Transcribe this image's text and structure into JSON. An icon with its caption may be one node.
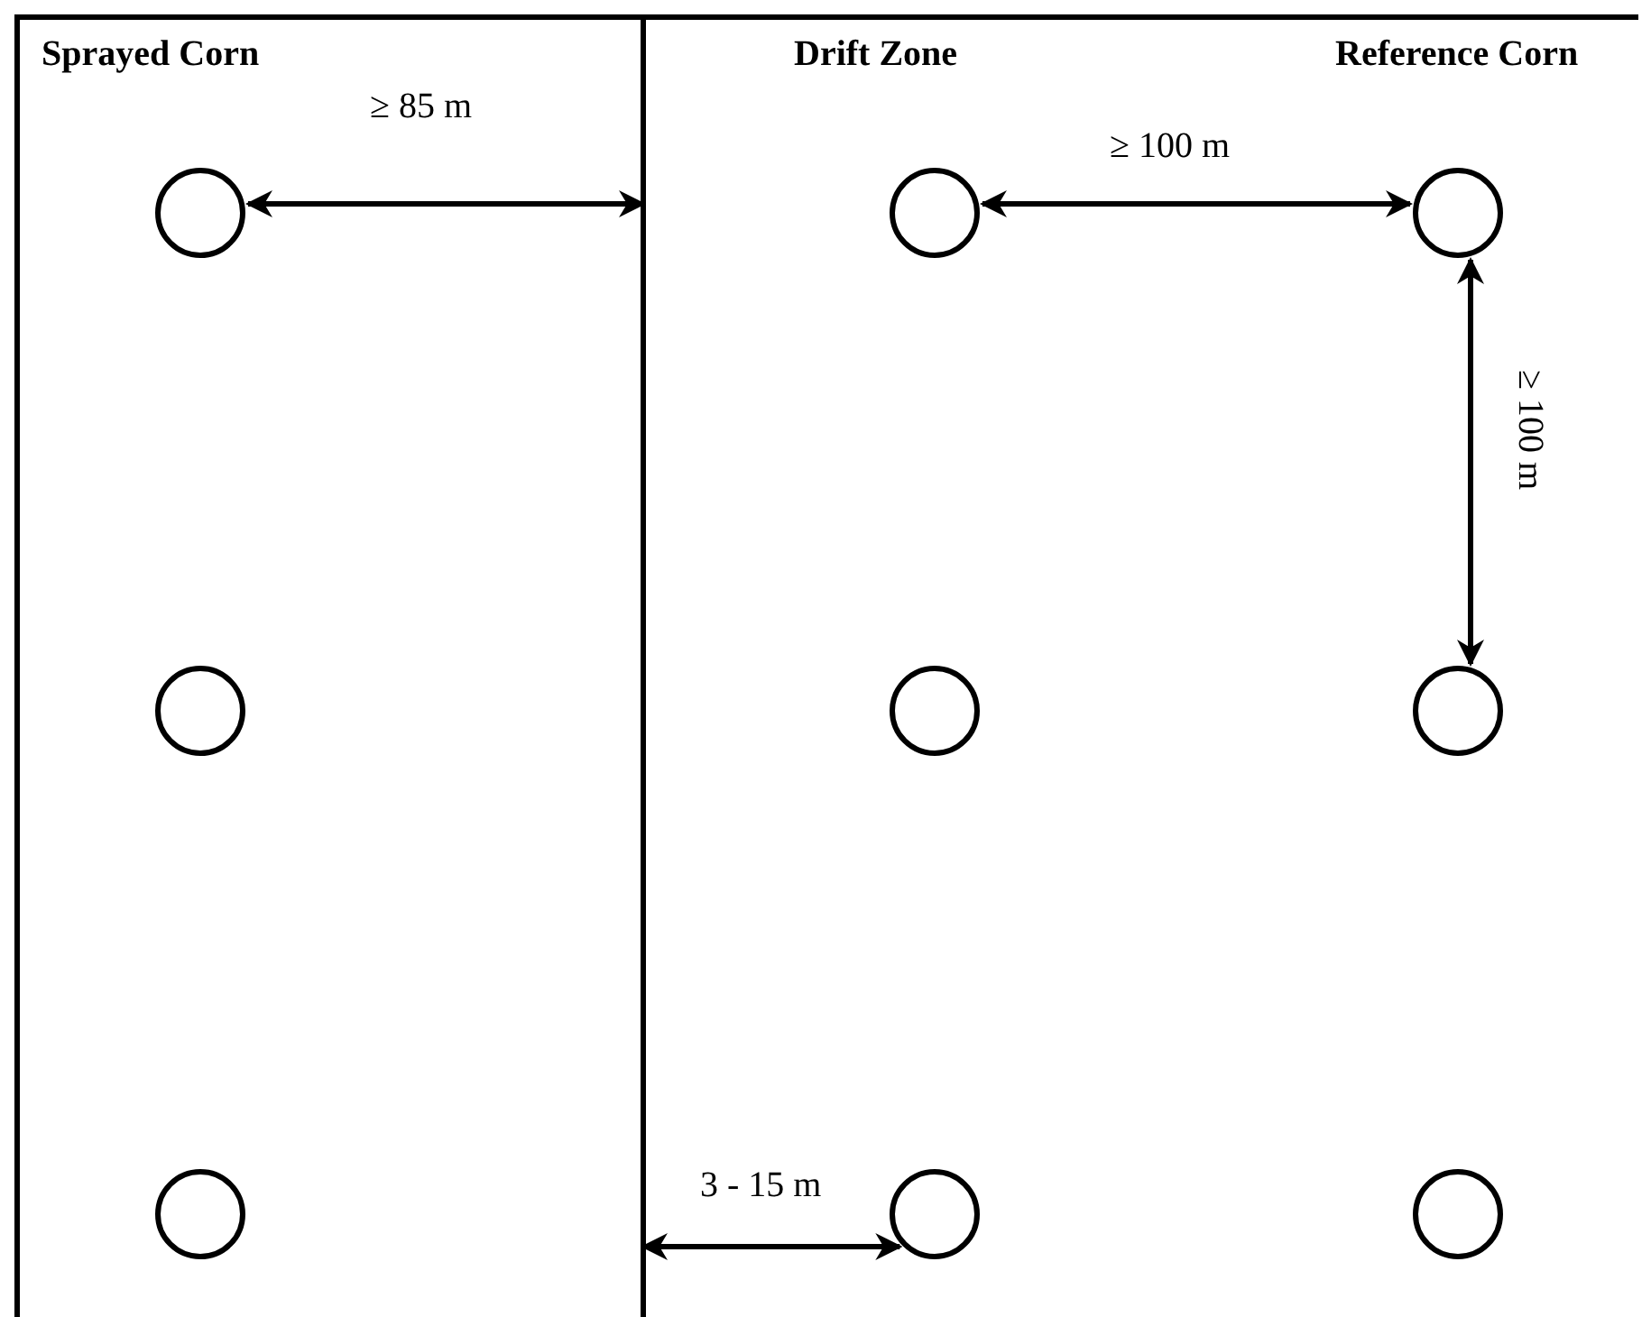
{
  "diagram": {
    "nodes": [
      {
        "text": [
          "Sprayed Corn"
        ]
      },
      {
        "text": [],
        "shape": "circle",
        "in": 0
      },
      {
        "text": [],
        "shape": "circle",
        "in": 0
      },
      {
        "text": [],
        "shape": "circle",
        "in": 0
      },
      {
        "text": [
          "Drift Zone",
          "Reference Corn"
        ]
      },
      {
        "text": [],
        "shape": "circle",
        "in": 4
      },
      {
        "text": [],
        "shape": "circle",
        "in": 4
      },
      {
        "text": [],
        "shape": "circle",
        "in": 4
      },
      {
        "text": [],
        "shape": "circle",
        "in": 4
      },
      {
        "text": [],
        "shape": "circle",
        "in": 4
      },
      {
        "text": [],
        "shape": "circle",
        "in": 4
      }
    ],
    "edges": [
      {
        "from": 1,
        "to": 0,
        "arrow": "both",
        "label": "≥ 85 m"
      },
      {
        "from": 5,
        "to": 6,
        "arrow": "both",
        "label": "≥ 100 m"
      },
      {
        "from": 6,
        "to": 8,
        "arrow": "both",
        "label": "≥ 100 m"
      },
      {
        "from": 0,
        "to": 9,
        "arrow": "both",
        "label": "3 - 15 m"
      }
    ]
  }
}
